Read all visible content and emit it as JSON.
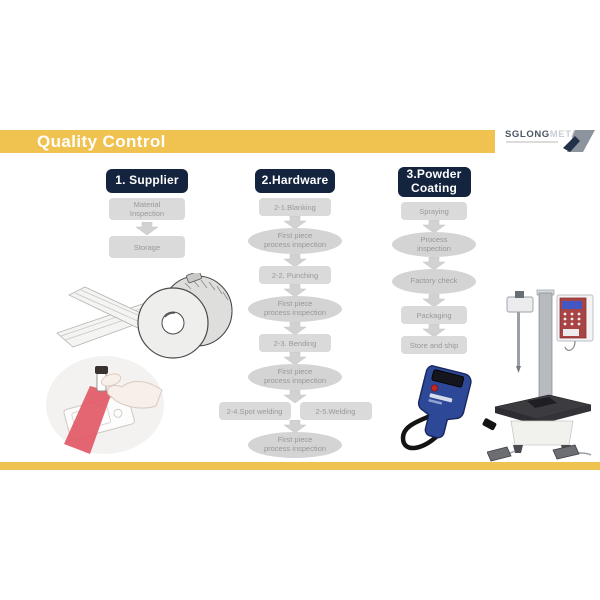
{
  "header": {
    "title": "Quality Control"
  },
  "logo": {
    "primary": "SGLONG",
    "secondary": "METAL",
    "mark_icon": "logo-parallelogram"
  },
  "colors": {
    "accent_yellow": "#F0C24F",
    "header_navy": "#14233E",
    "shape_gray": "#DADADA",
    "shape_text_gray": "#98999B",
    "gauge_blue": "#2E4898",
    "machine_panel_red": "#A84444",
    "ribbon_red": "#E25A68"
  },
  "flow": {
    "columns": [
      {
        "id": "supplier",
        "header": "1. Supplier",
        "items": [
          {
            "type": "box",
            "label": "Material\nInspection"
          },
          {
            "type": "arrow"
          },
          {
            "type": "box",
            "label": "Storage"
          }
        ]
      },
      {
        "id": "hardware",
        "header": "2.Hardware",
        "items": [
          {
            "type": "box",
            "label": "2-1.Blanking"
          },
          {
            "type": "arrow"
          },
          {
            "type": "ellipse",
            "label": "First piece\nprocess inspection"
          },
          {
            "type": "arrow"
          },
          {
            "type": "box",
            "label": "2-2. Punching"
          },
          {
            "type": "arrow"
          },
          {
            "type": "ellipse",
            "label": "First piece\nprocess inspection"
          },
          {
            "type": "arrow"
          },
          {
            "type": "box",
            "label": "2-3. Bending"
          },
          {
            "type": "arrow"
          },
          {
            "type": "ellipse",
            "label": "First piece\nprocess inspection"
          },
          {
            "type": "arrow"
          },
          {
            "type": "row",
            "labels": [
              "2-4.Spot welding",
              "2-5.Welding"
            ]
          },
          {
            "type": "arrow"
          },
          {
            "type": "ellipse",
            "label": "First piece\nprocess inspection"
          }
        ]
      },
      {
        "id": "powder-coating",
        "header": "3.Powder\nCoating",
        "items": [
          {
            "type": "box",
            "label": "Spraying"
          },
          {
            "type": "arrow"
          },
          {
            "type": "ellipse",
            "label": "Process\ninspection"
          },
          {
            "type": "arrow"
          },
          {
            "type": "ellipse",
            "label": "Factory check"
          },
          {
            "type": "arrow"
          },
          {
            "type": "box",
            "label": "Packaging"
          },
          {
            "type": "arrow"
          },
          {
            "type": "box",
            "label": "Store and ship"
          }
        ]
      }
    ]
  },
  "illustrations": [
    "steel-coil-illustration",
    "material-inspection-hand-illustration",
    "coating-thickness-gauge-illustration",
    "coating-test-machine-illustration"
  ]
}
